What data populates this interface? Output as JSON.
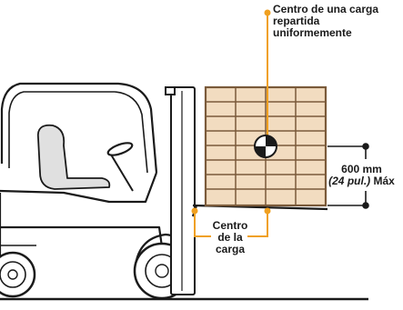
{
  "labels": {
    "load_center_top": [
      "Centro de una carga",
      "repartida",
      "uniformemente"
    ],
    "distance_value": "600 mm",
    "distance_imperial": "(24 pul.)",
    "distance_max": "Máx",
    "load_center_bottom": [
      "Centro",
      "de la",
      "carga"
    ]
  },
  "colors": {
    "accent_orange": "#f0a020",
    "crate_fill": "#f2dcc0",
    "crate_line": "#7a5a3a",
    "outline": "#1a1a1a",
    "seat": "#e0e0e0"
  },
  "icons": [
    "center-of-gravity-icon"
  ]
}
